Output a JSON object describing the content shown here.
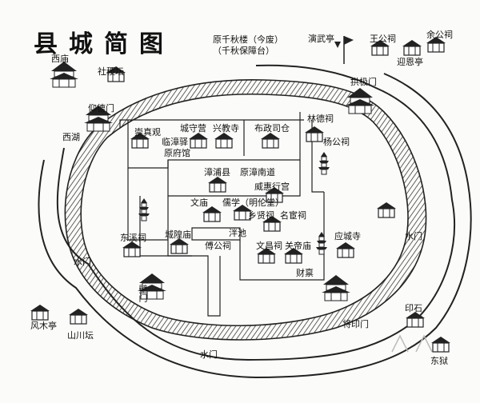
{
  "title": "县城简图",
  "labels": {
    "qianqiu_a": "原千秋楼（今废）",
    "qianqiu_b": "（千秋保障台）",
    "yanwuting": "演武亭",
    "wanggongci": "王公祠",
    "yuhuici": "余公祠",
    "yingenting": "迎恩亭",
    "ximiao": "西庙",
    "shejitan": "社稷坛",
    "gongjimen": "拱极门",
    "yulimen": "仰德门",
    "xihu": "西湖",
    "chongzhenguan": "崇真观",
    "chengshouying": "城守营",
    "xingjiaosi": "兴教寺",
    "buzhengsi": "布政司仓",
    "linzhangyi": "临漳驿",
    "yuanfu": "原府馆",
    "linmingci": "林德祠",
    "yanggongci": "杨公祠",
    "zhangpuxian": "漳浦县",
    "yuanzhangnandao": "原漳南道",
    "weihuixinggong": "威惠行宫",
    "wenmiao": "文庙",
    "ruxue": "儒学（明伦堂）",
    "xiangxianci": "乡贤祠",
    "minghuanci": "名宦祠",
    "dongxici": "东溪祠",
    "chenghuangmiao": "城隍庙",
    "fugongci": "傅公祠",
    "panchi": "泮池",
    "wenchangci": "文昌祠",
    "guandimiao": "关帝庙",
    "caichan": "财禀",
    "yingchengsi": "应城寺",
    "shuimen_e": "水门",
    "shuimen_w": "水门",
    "shuimen_s": "水门",
    "jiangyinmen": "将印门",
    "fengmuting": "风木亭",
    "shanchuantan": "山川坛",
    "yinshi": "印石",
    "dongyue": "东狱",
    "gate_sw": "壁门"
  },
  "icons": {
    "gate": "gate-tower-icon",
    "building": "building-icon",
    "pagoda": "pagoda-icon",
    "flag": "flag-icon"
  }
}
